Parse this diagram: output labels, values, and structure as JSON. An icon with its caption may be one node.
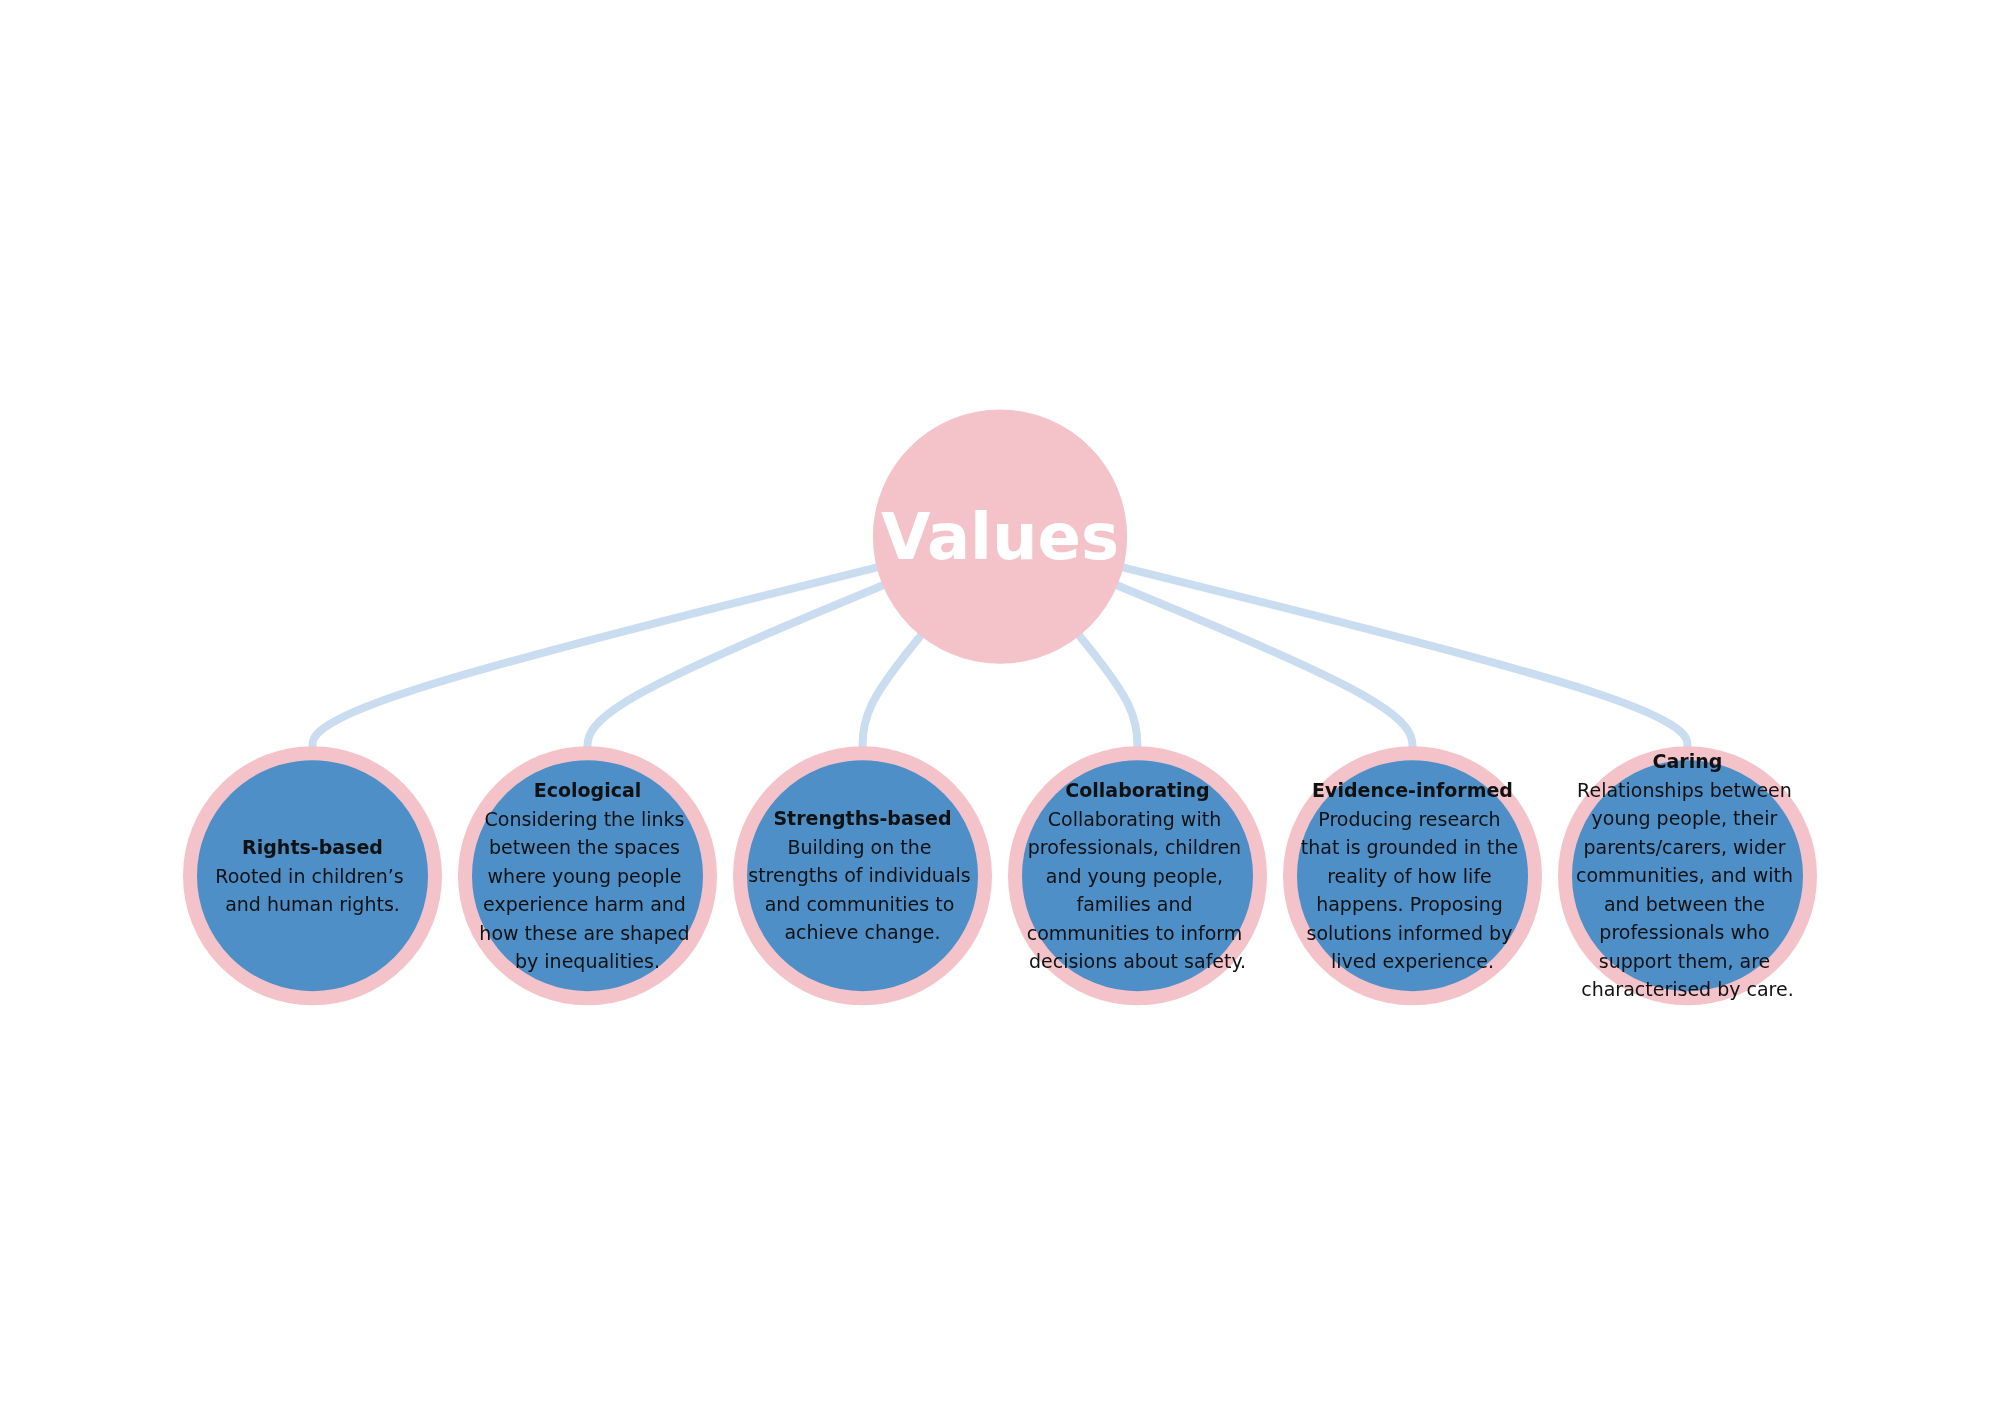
{
  "diagram": {
    "nodes": [
      {
        "text": [
          "Values"
        ]
      },
      {
        "text": [
          "Rights-based",
          "Rooted in children’s and human rights."
        ]
      },
      {
        "text": [
          "Ecological",
          "Considering the links between the spaces where young people experience harm and how these are shaped by inequalities."
        ]
      },
      {
        "text": [
          "Strengths-based",
          "Building on the strengths of individuals and communities to achieve change."
        ]
      },
      {
        "text": [
          "Collaborating",
          "Collaborating with professionals, children and young people, families and communities to inform decisions about safety."
        ]
      },
      {
        "text": [
          "Evidence-informed",
          "Producing research that is grounded in the reality of how life happens. Proposing solutions informed by lived experience."
        ]
      },
      {
        "text": [
          "Caring",
          "Relationships between young people, their parents/carers, wider communities, and with and between the professionals who support them, are characterised by care."
        ]
      }
    ],
    "edges": [
      {
        "from": 0,
        "to": 1,
        "arrow": "none"
      },
      {
        "from": 0,
        "to": 2,
        "arrow": "none"
      },
      {
        "from": 0,
        "to": 3,
        "arrow": "none"
      },
      {
        "from": 0,
        "to": 4,
        "arrow": "none"
      },
      {
        "from": 0,
        "to": 5,
        "arrow": "none"
      },
      {
        "from": 0,
        "to": 6,
        "arrow": "none"
      }
    ]
  }
}
